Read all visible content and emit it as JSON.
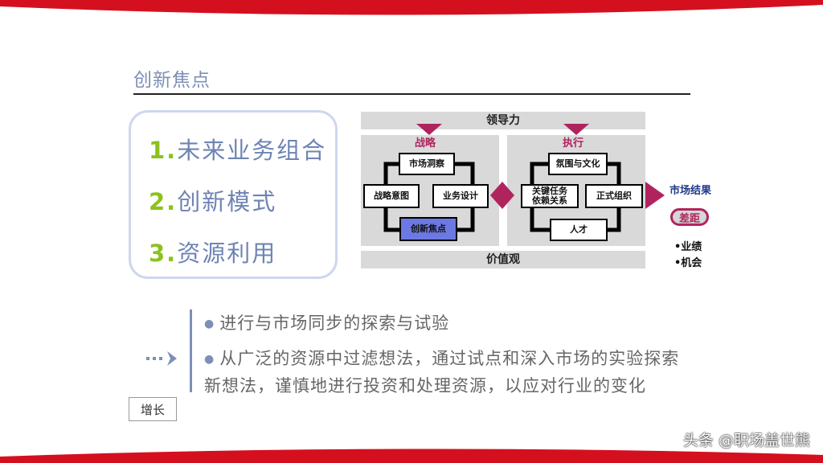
{
  "page": {
    "title": "创新焦点",
    "growth_label": "增长"
  },
  "focus": [
    {
      "num": "1.",
      "text": "未来业务组合"
    },
    {
      "num": "2.",
      "text": "创新模式"
    },
    {
      "num": "3.",
      "text": "资源利用"
    }
  ],
  "diagram": {
    "top_band": "领导力",
    "bottom_band": "价值观",
    "left": {
      "label": "战略",
      "nodes": [
        "市场洞察",
        "战略意图",
        "业务设计",
        "创新焦点"
      ]
    },
    "right": {
      "label": "执行",
      "nodes": [
        "氛围与文化",
        "关键任务\n依赖关系",
        "正式组织",
        "人才"
      ]
    },
    "result": {
      "title": "市场结果",
      "gap": "差距",
      "items": [
        "•业绩",
        "•机会"
      ]
    }
  },
  "bullets": [
    "进行与市场同步的探索与试验",
    "从广泛的资源中过滤想法，通过试点和深入市场的实验探索新想法，谨慎地进行投资和处理资源，以应对行业的变化"
  ],
  "watermark": "头条 @职场盖世熊",
  "colors": {
    "accent_red": "#d4101f",
    "title_blue": "#7d8fb6",
    "number_green": "#8bc21d",
    "diamond": "#b0245e",
    "highlight_node": "#6d79e3"
  }
}
